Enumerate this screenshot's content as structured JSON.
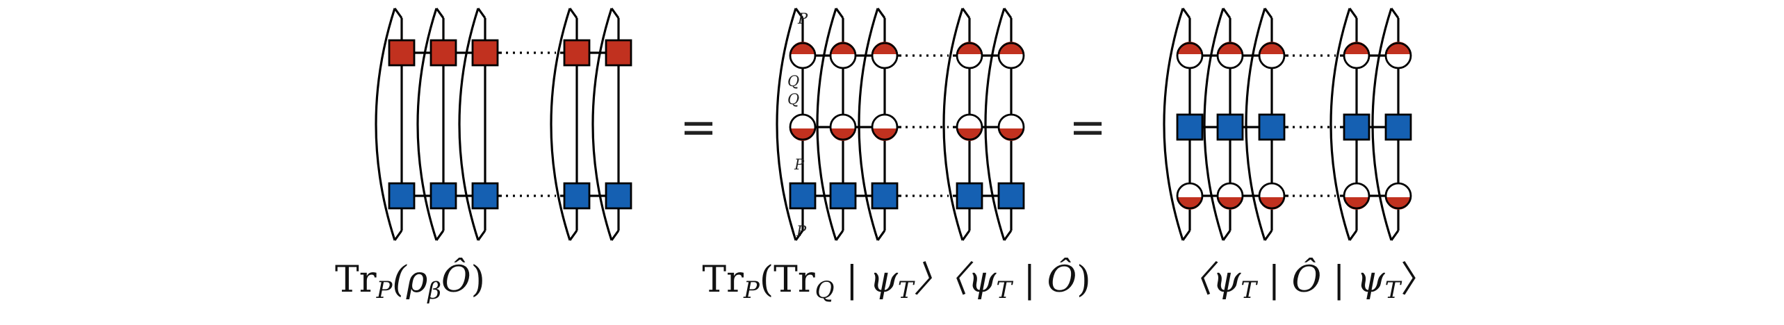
{
  "colors": {
    "red": "#c1311f",
    "blue": "#1560b2",
    "line": "#000000",
    "background": "#ffffff"
  },
  "panels": [
    {
      "id": "panel-1",
      "rows": [
        "red-square",
        "blue-square"
      ],
      "caption": {
        "base": "Tr",
        "sub1": "P",
        "mid": "(ρ",
        "sub2": "β",
        "op": "Ô",
        "tail": ")"
      },
      "labels": []
    },
    {
      "id": "panel-2",
      "rows": [
        "half-down",
        "half-up",
        "blue-square"
      ],
      "caption": {
        "base": "Tr",
        "sub1": "P",
        "mid": "(Tr",
        "sub2": "Q",
        "ket": " | ψ",
        "sub3": "T",
        "bra": "〉〈ψ",
        "sub4": "T",
        "bar": " | ",
        "op": "Ô",
        "tail": ")"
      },
      "labels": [
        "P",
        "Q",
        "Q",
        "P",
        "P"
      ]
    },
    {
      "id": "panel-3",
      "rows": [
        "half-down",
        "blue-square",
        "half-up"
      ],
      "caption": {
        "open": "〈ψ",
        "sub1": "T",
        "bar1": " | ",
        "op": "Ô",
        "bar2": " | ψ",
        "sub2": "T",
        "close": "〉"
      }
    }
  ],
  "equals": [
    "=",
    "="
  ]
}
